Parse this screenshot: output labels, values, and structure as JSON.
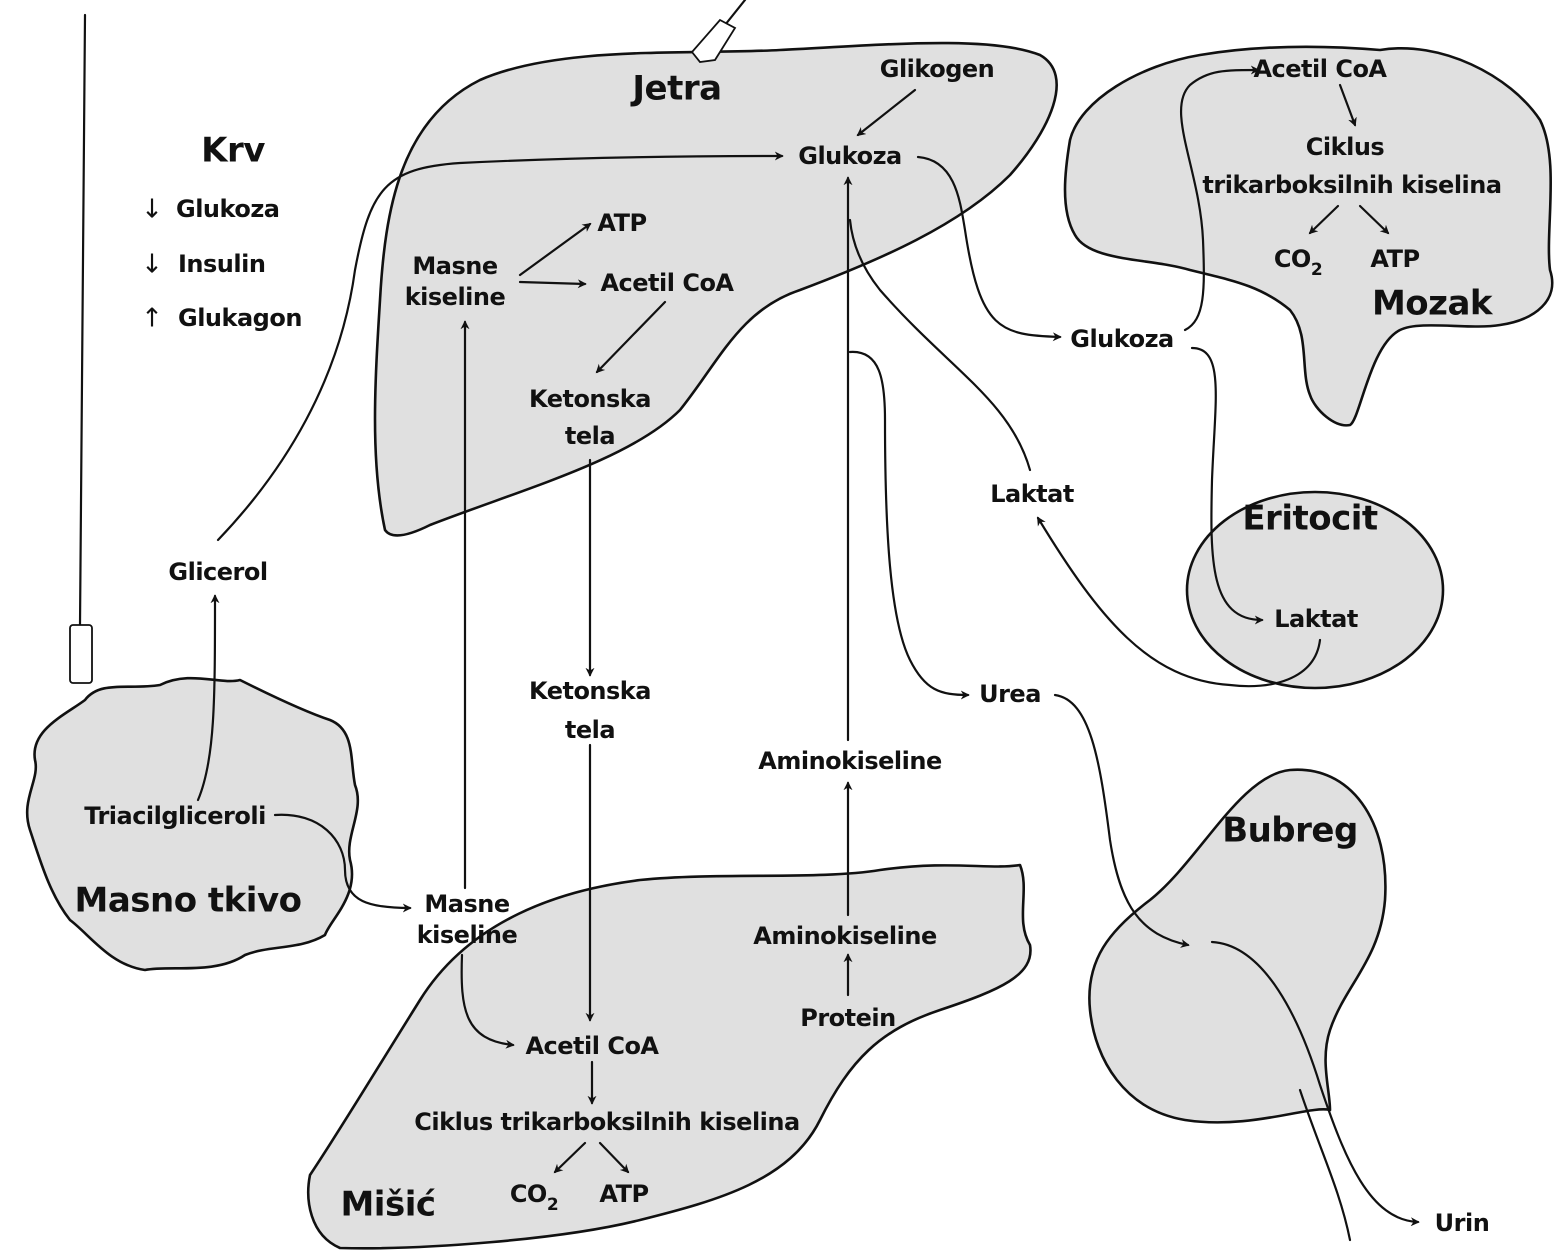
{
  "organs": {
    "liver": "Jetra",
    "brain": "Mozak",
    "erythrocyte": "Eritocit",
    "kidney": "Bubreg",
    "adipose": "Masno tkivo",
    "muscle": "Mišić"
  },
  "blood": {
    "title": "Krv",
    "items": [
      {
        "arrow": "↓",
        "label": "Glukoza"
      },
      {
        "arrow": "↓",
        "label": "Insulin"
      },
      {
        "arrow": "↑",
        "label": "Glukagon"
      }
    ]
  },
  "liver": {
    "glycogen": "Glikogen",
    "glucose": "Glukoza",
    "atp": "ATP",
    "fatty_acids_line1": "Masne",
    "fatty_acids_line2": "kiseline",
    "acetyl_coa": "Acetil CoA",
    "ketone_line1": "Ketonska",
    "ketone_line2": "tela"
  },
  "brain": {
    "acetyl_coa": "Acetil CoA",
    "tca_line1": "Ciklus",
    "tca_line2": "trikarboksilnih kiselina",
    "co2_main": "CO",
    "co2_sub": "2",
    "atp": "ATP"
  },
  "blood_path": {
    "glucose": "Glukoza",
    "lactate": "Laktat",
    "urea": "Urea",
    "ketone_line1": "Ketonska",
    "ketone_line2": "tela",
    "amino_acids": "Aminokiseline",
    "glycerol": "Glicerol",
    "fatty_acids_line1": "Masne",
    "fatty_acids_line2": "kiseline",
    "urine": "Urin"
  },
  "erythrocyte": {
    "lactate": "Laktat"
  },
  "adipose": {
    "triacylglycerols": "Triacilgliceroli"
  },
  "muscle": {
    "amino_acids": "Aminokiseline",
    "protein": "Protein",
    "acetyl_coa": "Acetil CoA",
    "tca": "Ciklus trikarboksilnih kiselina",
    "co2_main": "CO",
    "co2_sub": "2",
    "atp": "ATP"
  },
  "colors": {
    "organ_fill": "#e0e0e0",
    "stroke": "#111111",
    "background": "#ffffff"
  }
}
